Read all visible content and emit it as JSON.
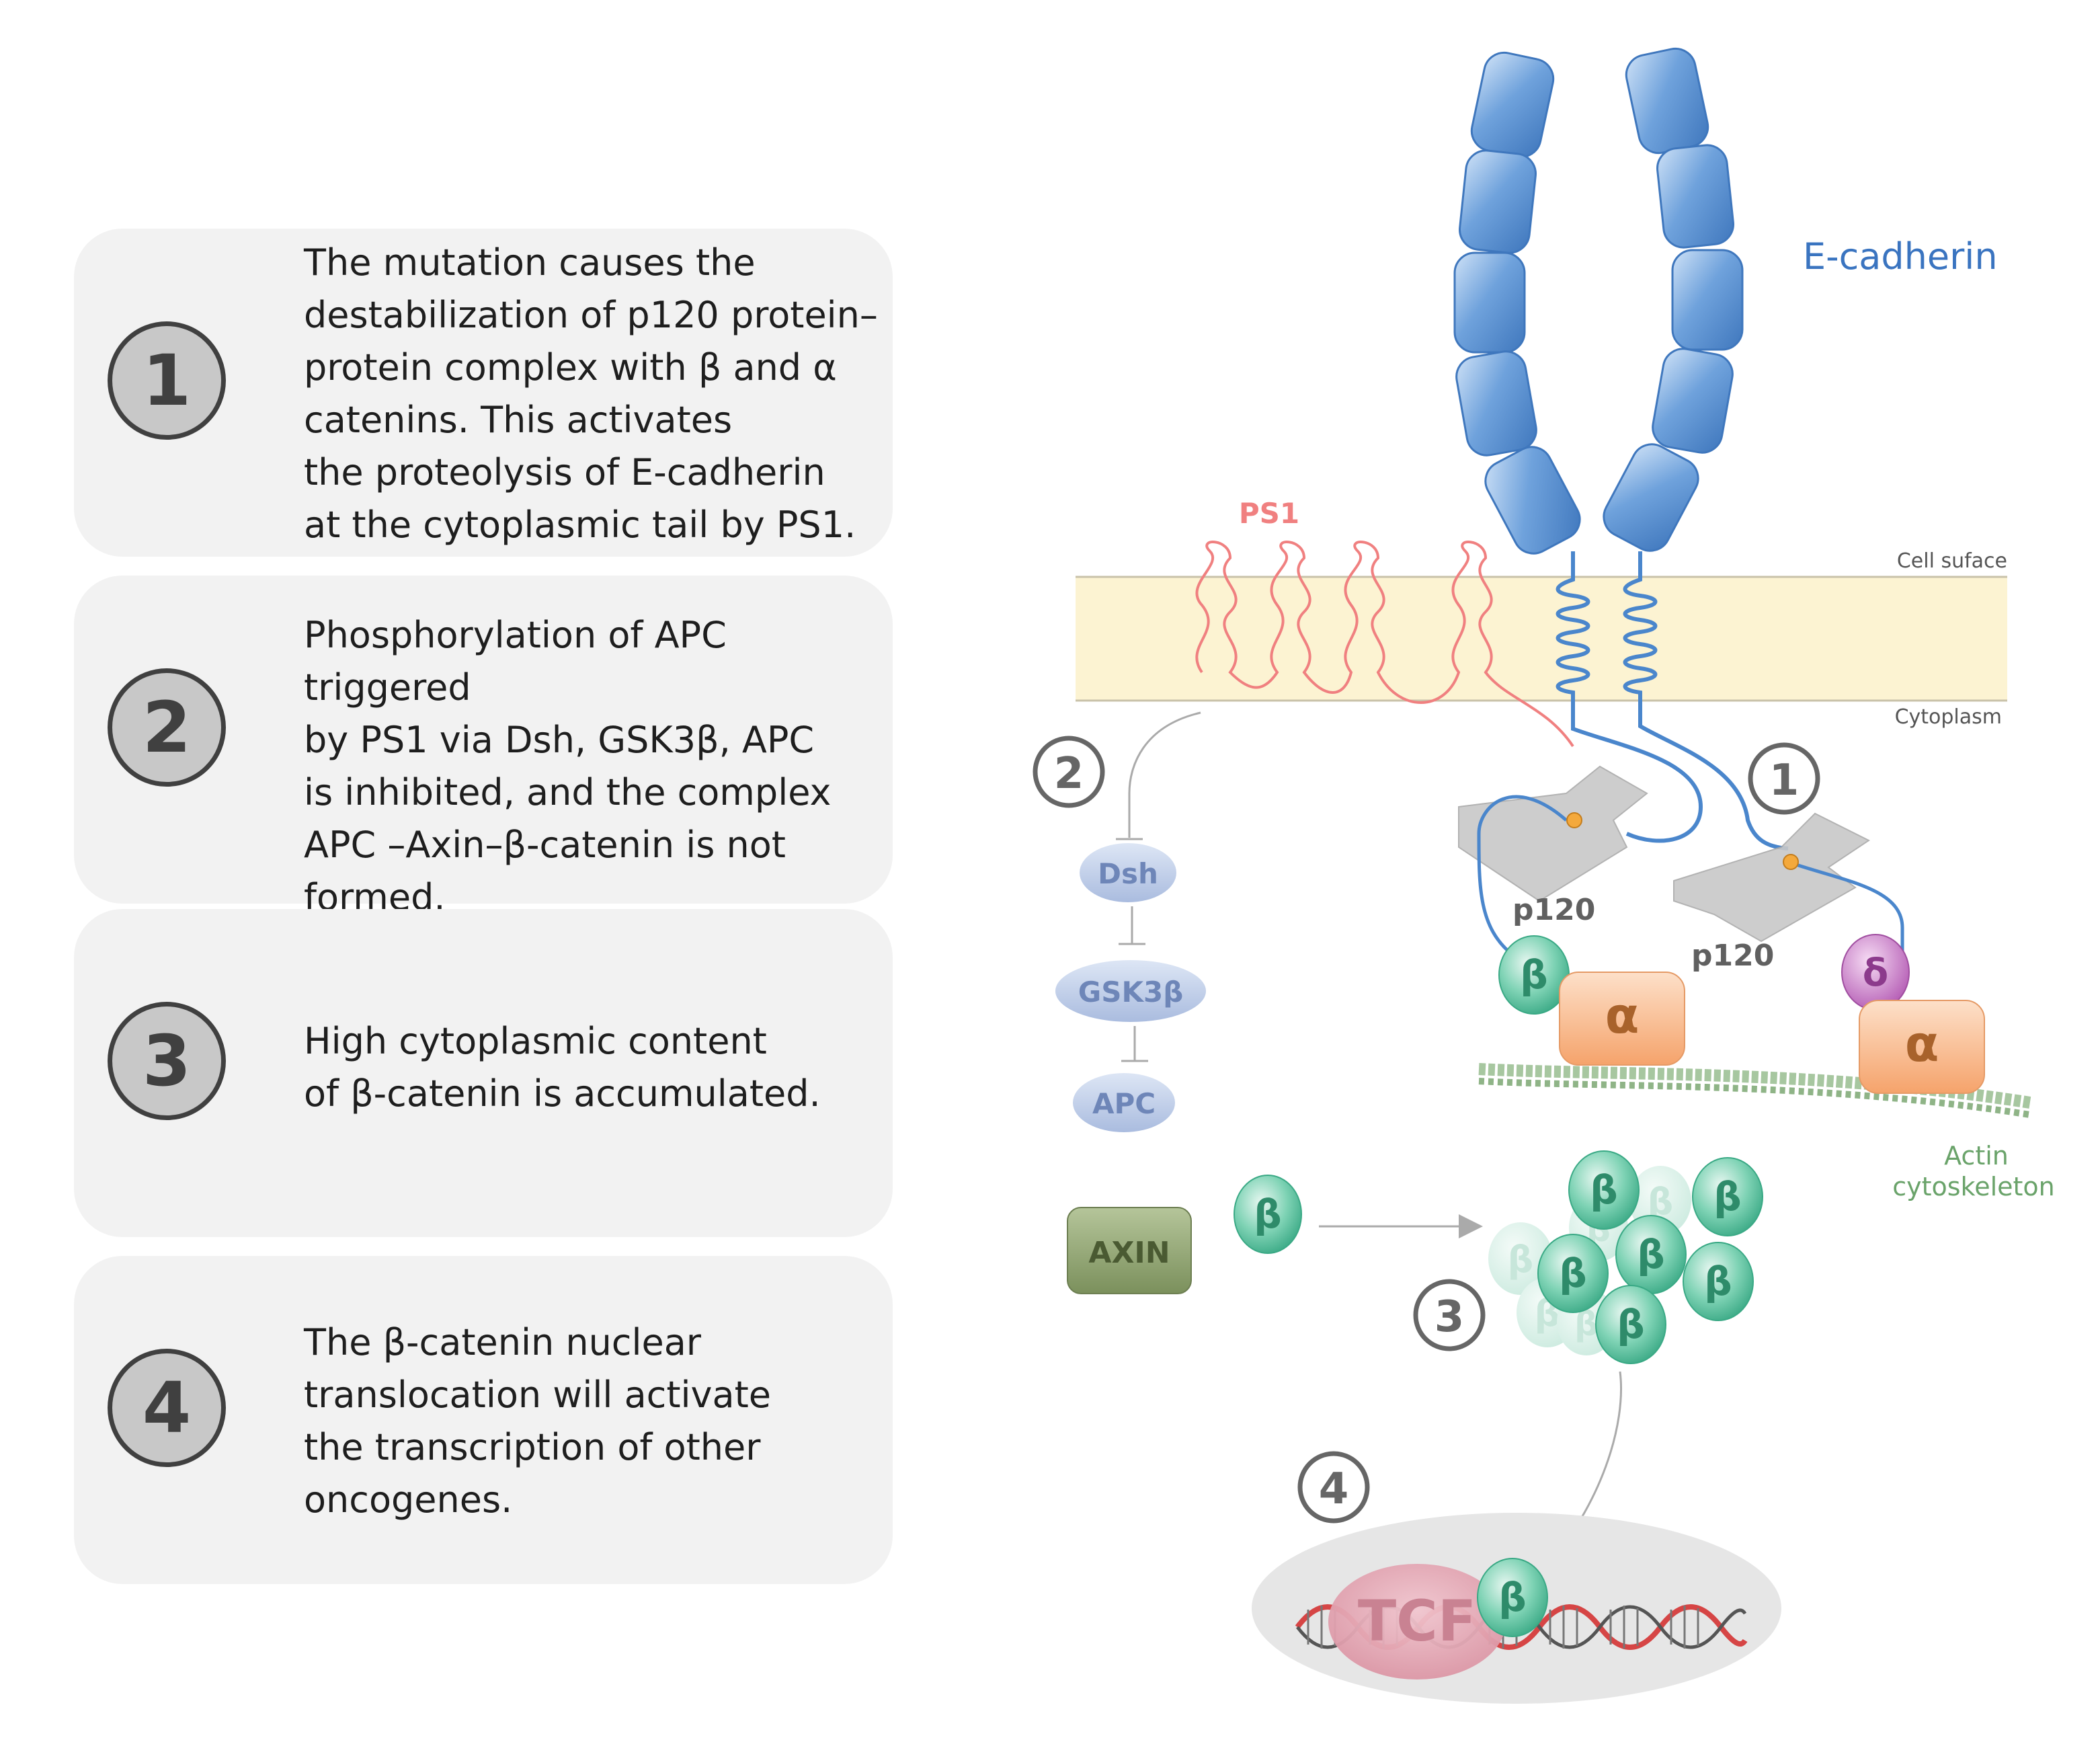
{
  "steps": [
    {
      "number": "1",
      "text": "The mutation causes the\ndestabilization of p120 protein–\nprotein complex with β and α\ncatenins. This activates\nthe proteolysis of E-cadherin\nat the cytoplasmic tail by PS1."
    },
    {
      "number": "2",
      "text": "Phosphorylation of APC triggered\nby PS1 via Dsh, GSK3β, APC\nis inhibited, and the complex\nAPC –Axin–β-catenin is not\nformed."
    },
    {
      "number": "3",
      "text": "High cytoplasmic content\n of β-catenin is accumulated."
    },
    {
      "number": "4",
      "text": "The β-catenin nuclear\ntranslocation will activate\nthe transcription of other\noncogenes."
    }
  ],
  "diagram": {
    "ecadherin_label": "E-cadherin",
    "ps1_label": "PS1",
    "cell_surface_label": "Cell suface",
    "cytoplasm_label": "Cytoplasm",
    "p120_label": "p120",
    "beta": "β",
    "alpha": "α",
    "delta": "δ",
    "dsh_label": "Dsh",
    "gsk_label": "GSK3β",
    "apc_label": "APC",
    "axin_label": "AXIN",
    "actin_label_1": "Actin",
    "actin_label_2": "cytoskeleton",
    "tcf_label": "TCF",
    "marker_1": "1",
    "marker_2": "2",
    "marker_3": "3",
    "marker_4": "4"
  },
  "colors": {
    "cadherin_blue": "#5b93d4",
    "ps1_pink": "#f08080",
    "membrane": "#fcf3d2",
    "beta_green": "#5fc6a2",
    "alpha_orange": "#f9b98a",
    "delta_purple": "#c878c8",
    "pathway_blue": "#b9c9e6",
    "axin_green": "#8ba06c",
    "tcf_pink": "#e7a9b5"
  }
}
